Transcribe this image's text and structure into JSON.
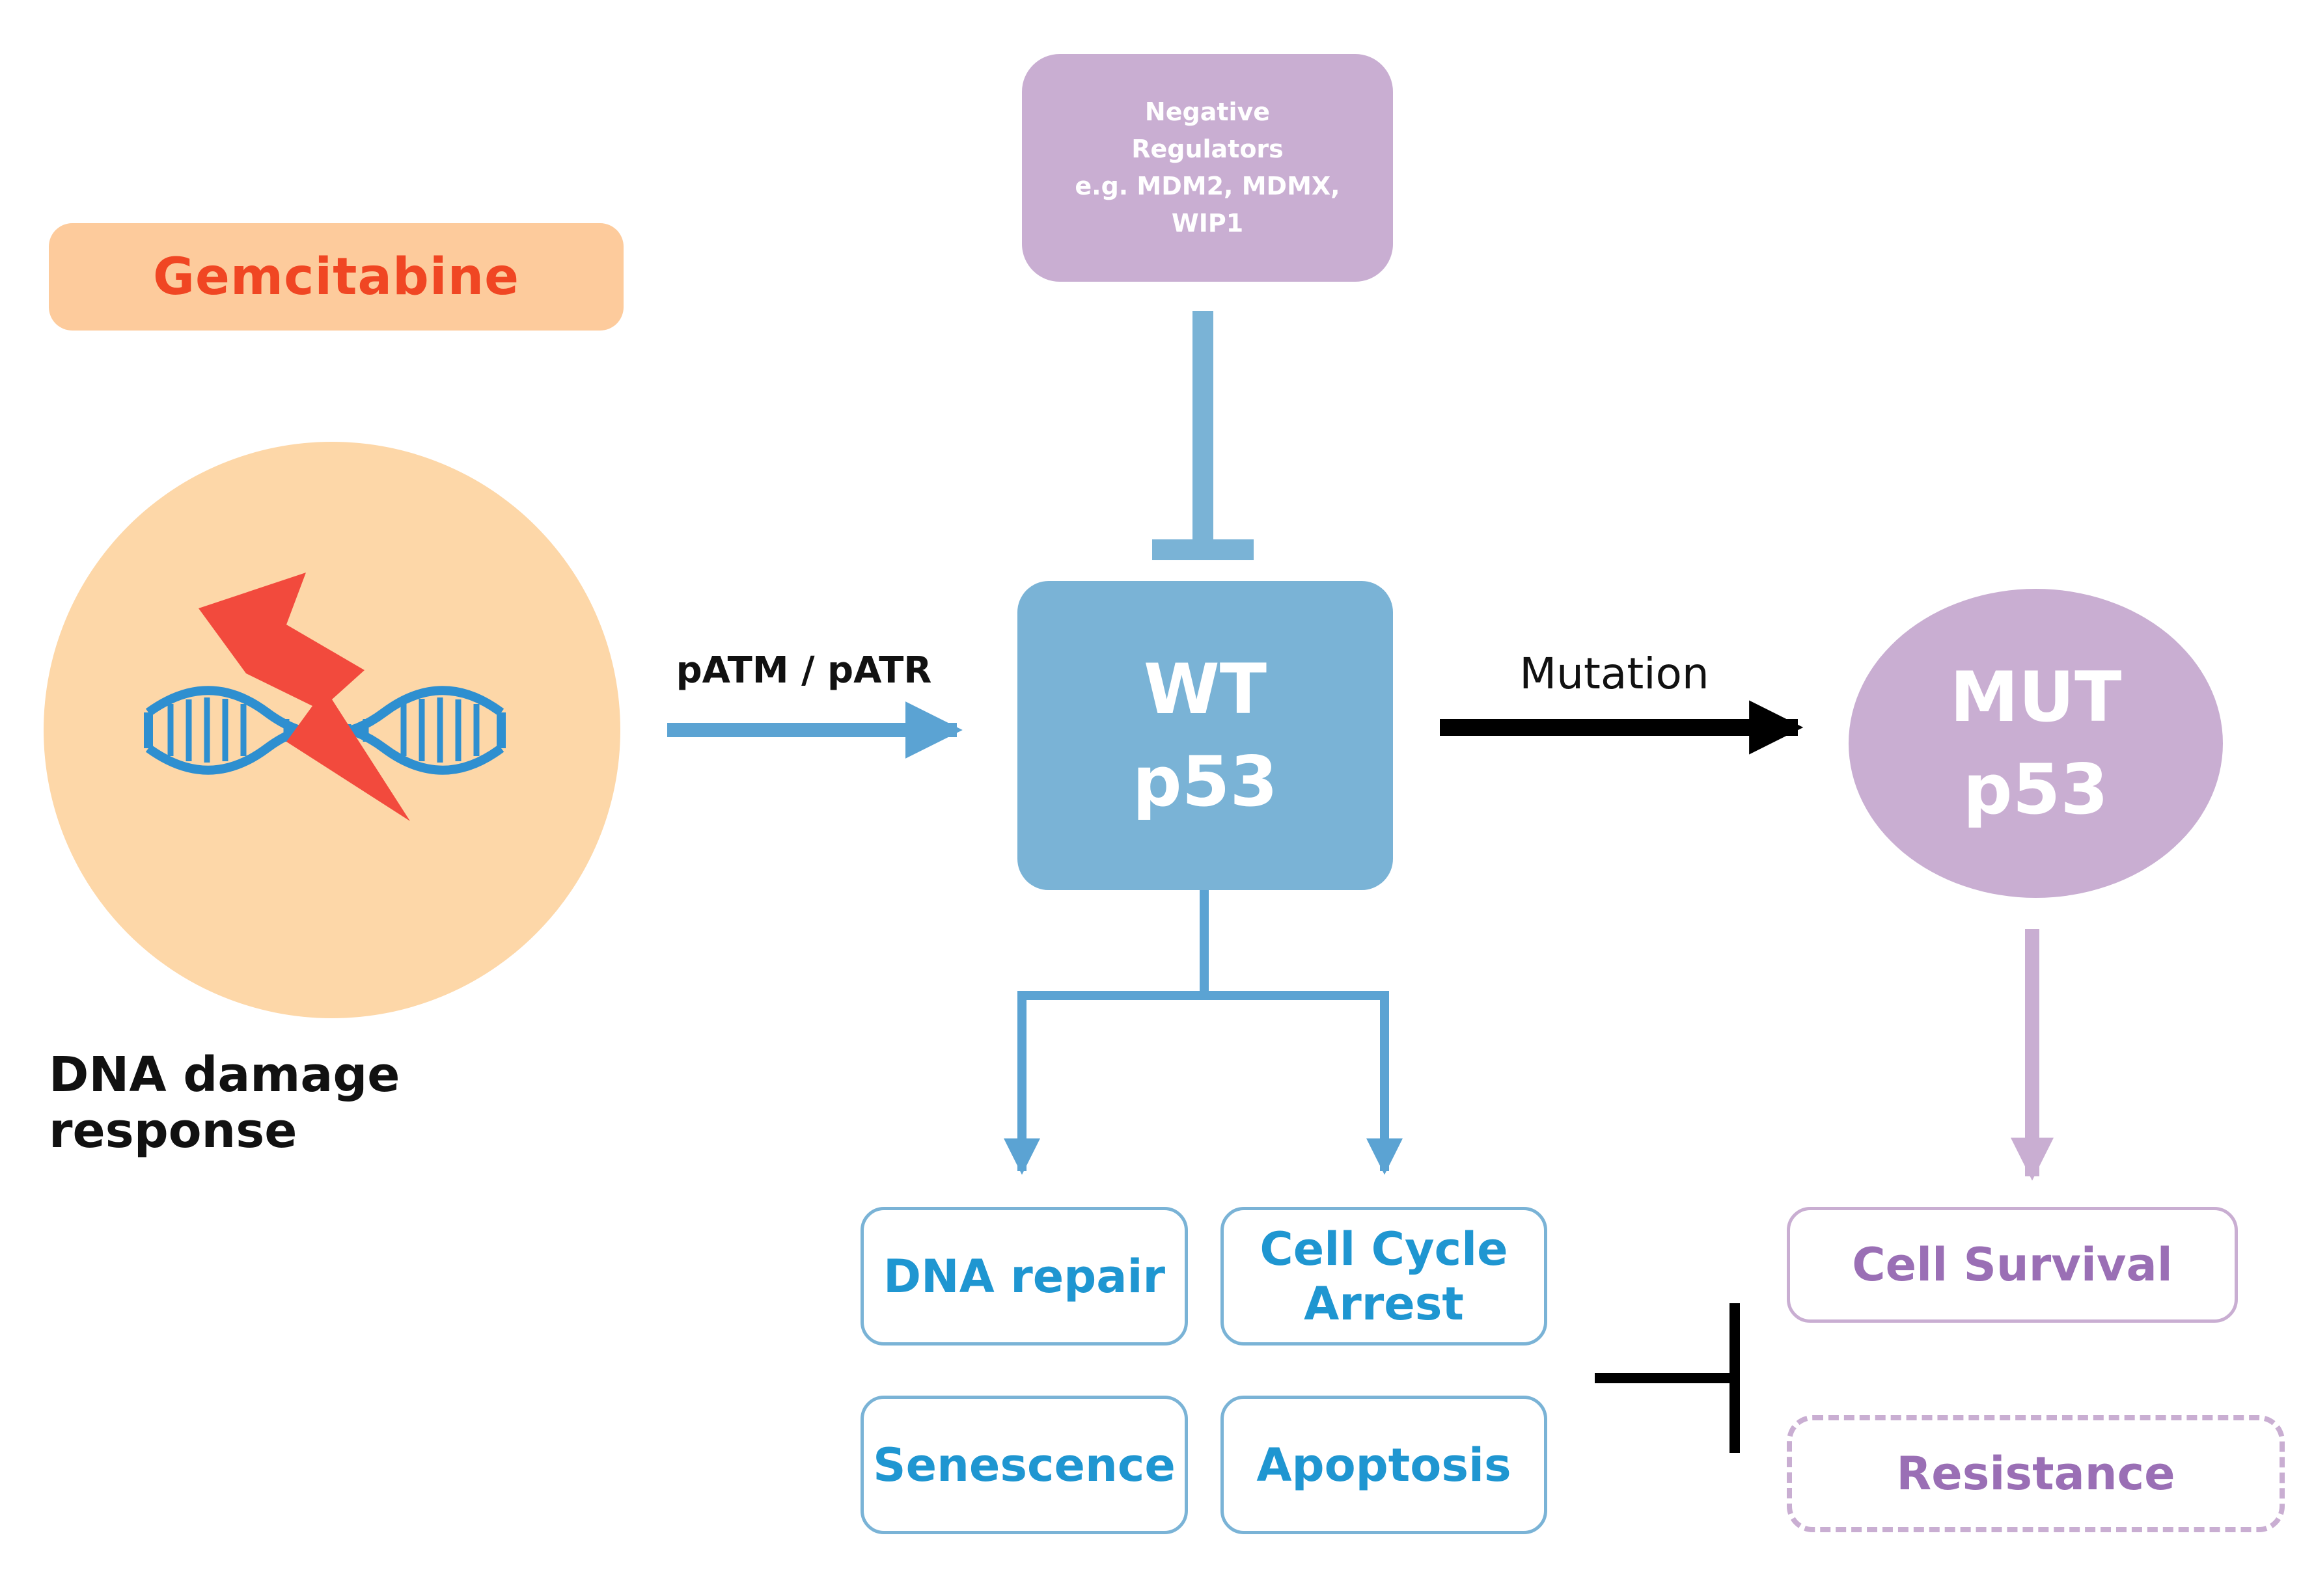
{
  "drug": {
    "label": "Gemcitabine"
  },
  "dna_damage": {
    "label": "DNA damage response",
    "icon": "dna-damage-icon"
  },
  "negative_regulators": {
    "line1": "Negative",
    "line2": "Regulators",
    "line3": "e.g. MDM2, MDMX, WIP1"
  },
  "activation": {
    "label": "pATM / pATR"
  },
  "wt_p53": {
    "line1": "WT",
    "line2": "p53"
  },
  "mutation": {
    "label": "Mutation"
  },
  "mut_p53": {
    "line1": "MUT",
    "line2": "p53"
  },
  "wt_outcomes": {
    "repair": "DNA repair",
    "arrest_line1": "Cell Cycle",
    "arrest_line2": "Arrest",
    "senescence": "Senescence",
    "apoptosis": "Apoptosis"
  },
  "mut_outcomes": {
    "survival": "Cell Survival",
    "resistance": "Resistance"
  },
  "colors": {
    "peach": "#fdcb9c",
    "drug_text": "#f04623",
    "blue": "#7ab3d6",
    "blue_text": "#1f96d1",
    "purple": "#c9aed2",
    "purple_text": "#9a6fb5",
    "bolt": "#f24a3d",
    "dna": "#2e8fd0"
  }
}
